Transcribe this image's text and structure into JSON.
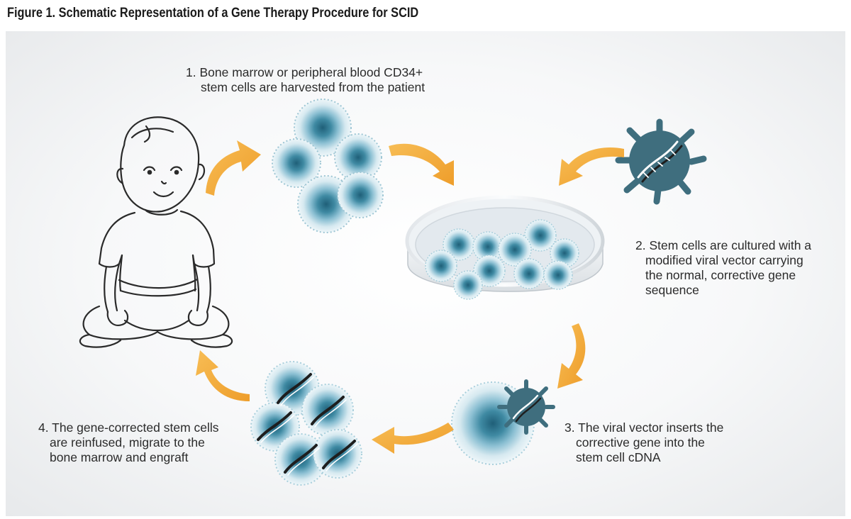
{
  "figure": {
    "title": "Figure 1. Schematic Representation of a Gene Therapy Procedure for SCID"
  },
  "steps": [
    {
      "lines": [
        "1. Bone marrow or peripheral blood CD34+",
        "stem cells are harvested from the patient"
      ]
    },
    {
      "lines": [
        "2. Stem cells are cultured with a",
        "modified viral vector carrying",
        "the normal, corrective gene",
        "sequence"
      ]
    },
    {
      "lines": [
        "3. The viral vector inserts the",
        "corrective gene into the",
        "stem cell cDNA"
      ]
    },
    {
      "lines": [
        "4. The gene-corrected stem cells",
        "are reinfused, migrate to the",
        "bone marrow and engraft"
      ]
    }
  ],
  "colors": {
    "arrow": "#f2a93b",
    "cell": "#4a90a8",
    "virus": "#3f6e7e",
    "outline": "#2a2a2a"
  },
  "icons": [
    "child-patient-illustration",
    "stem-cell-icon",
    "viral-vector-icon",
    "petri-dish-icon",
    "dna-helix-icon",
    "curved-arrow-icon"
  ]
}
